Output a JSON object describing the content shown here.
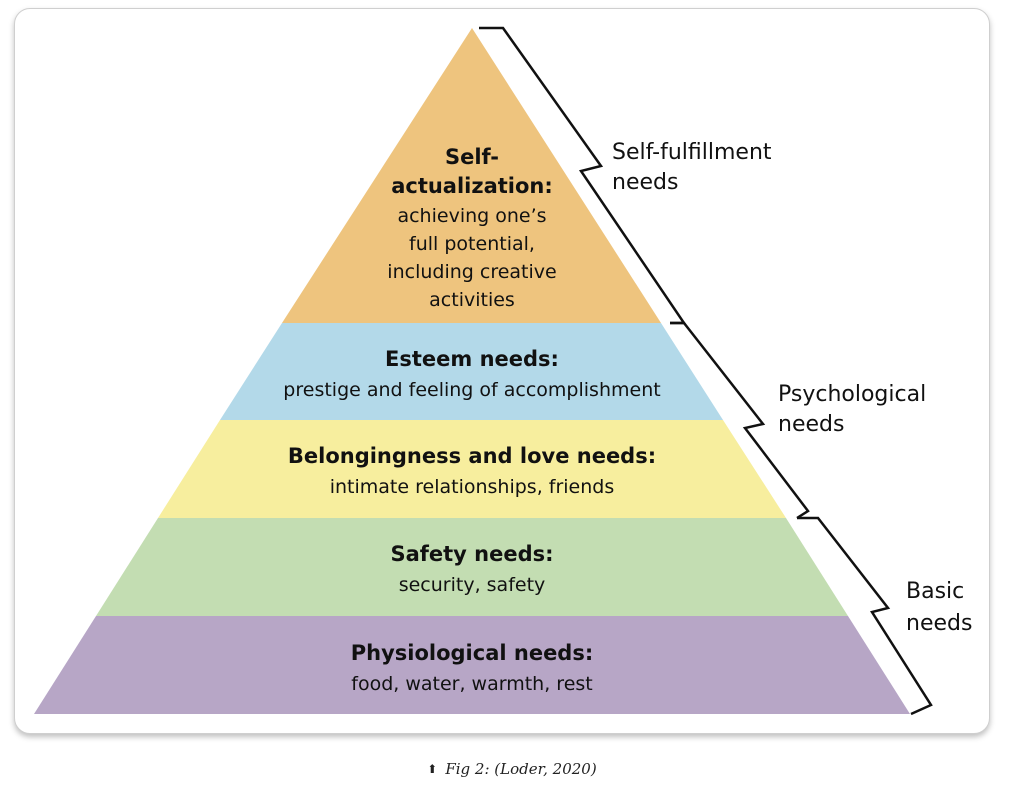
{
  "pyramid": {
    "levels": [
      {
        "key": "self",
        "color": "#eec47e",
        "title": [
          "Self-",
          "actualization:"
        ],
        "body": [
          "achieving one’s",
          "full potential,",
          "including creative",
          "activities"
        ]
      },
      {
        "key": "esteem",
        "color": "#b3d9e9",
        "title": [
          "Esteem needs:"
        ],
        "body": [
          "prestige and feeling of accomplishment"
        ]
      },
      {
        "key": "belonging",
        "color": "#f7ee9e",
        "title": [
          "Belongingness and love needs:"
        ],
        "body": [
          "intimate relationships, friends"
        ]
      },
      {
        "key": "safety",
        "color": "#c3ddb2",
        "title": [
          "Safety needs:"
        ],
        "body": [
          "security, safety"
        ]
      },
      {
        "key": "physio",
        "color": "#b7a6c6",
        "title": [
          "Physiological needs:"
        ],
        "body": [
          "food, water, warmth, rest"
        ]
      }
    ]
  },
  "groups": [
    {
      "key": "self-fulfillment",
      "lines": [
        "Self-fulfillment",
        "needs"
      ]
    },
    {
      "key": "psychological",
      "lines": [
        "Psychological",
        "needs"
      ]
    },
    {
      "key": "basic",
      "lines": [
        "Basic",
        "needs"
      ]
    }
  ],
  "caption": {
    "icon": "up-arrow-icon",
    "text": "Fig 2: (Loder, 2020)"
  }
}
